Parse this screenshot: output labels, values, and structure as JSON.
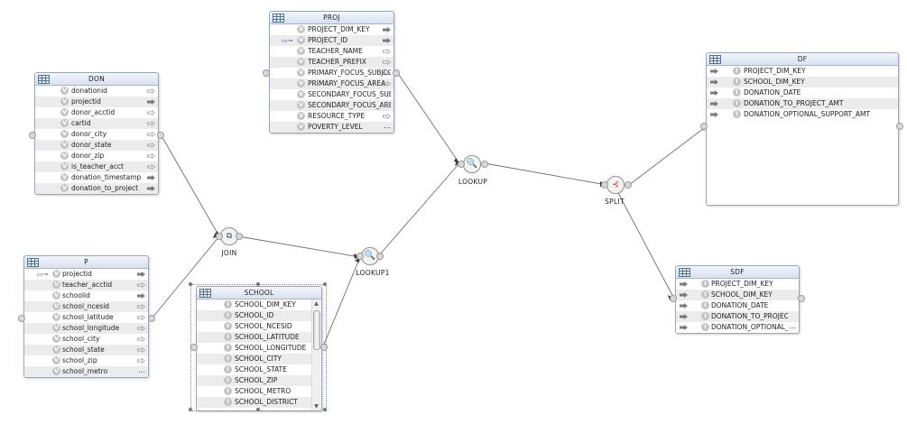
{
  "tables": {
    "don": {
      "title": "DON",
      "fields": [
        "donationid",
        "projectid",
        "donor_acctid",
        "cartid",
        "donor_city",
        "donor_state",
        "donor_zip",
        "is_teacher_acct",
        "donation_timestamp",
        "donation_to_project"
      ]
    },
    "p": {
      "title": "P",
      "fields": [
        "projectid",
        "teacher_acctid",
        "schoolid",
        "school_ncesid",
        "school_latitude",
        "school_longitude",
        "school_city",
        "school_state",
        "school_zip",
        "school_metro"
      ]
    },
    "proj": {
      "title": "PROJ",
      "fields": [
        "PROJECT_DIM_KEY",
        "PROJECT_ID",
        "TEACHER_NAME",
        "TEACHER_PREFIX",
        "PRIMARY_FOCUS_SUBJECT",
        "PRIMARY_FOCUS_AREA",
        "SECONDARY_FOCUS_SUBJECT",
        "SECONDARY_FOCUS_AREA",
        "RESOURCE_TYPE",
        "POVERTY_LEVEL"
      ]
    },
    "school": {
      "title": "SCHOOL",
      "fields": [
        "SCHOOL_DIM_KEY",
        "SCHOOL_ID",
        "SCHOOL_NCESID",
        "SCHOOL_LATITUDE",
        "SCHOOL_LONGITUDE",
        "SCHOOL_CITY",
        "SCHOOL_STATE",
        "SCHOOL_ZIP",
        "SCHOOL_METRO",
        "SCHOOL_DISTRICT"
      ]
    },
    "df": {
      "title": "DF",
      "fields": [
        "PROJECT_DIM_KEY",
        "SCHOOL_DIM_KEY",
        "DONATION_DATE",
        "DONATION_TO_PROJECT_AMT",
        "DONATION_OPTIONAL_SUPPORT_AMT"
      ]
    },
    "sdf": {
      "title": "SDF",
      "fields": [
        "PROJECT_DIM_KEY",
        "SCHOOL_DIM_KEY",
        "DONATION_DATE",
        "DONATION_TO_PROJECT_AMT",
        "DONATION_OPTIONAL_SUPPORT_AMT"
      ]
    }
  },
  "nodes": {
    "join": "JOIN",
    "lookup": "LOOKUP",
    "lookup1": "LOOKUP1",
    "split": "SPLIT"
  },
  "colors": {
    "edge": "#6e6e6e",
    "header": "#d8e1ee",
    "border": "#9aa7b8"
  }
}
